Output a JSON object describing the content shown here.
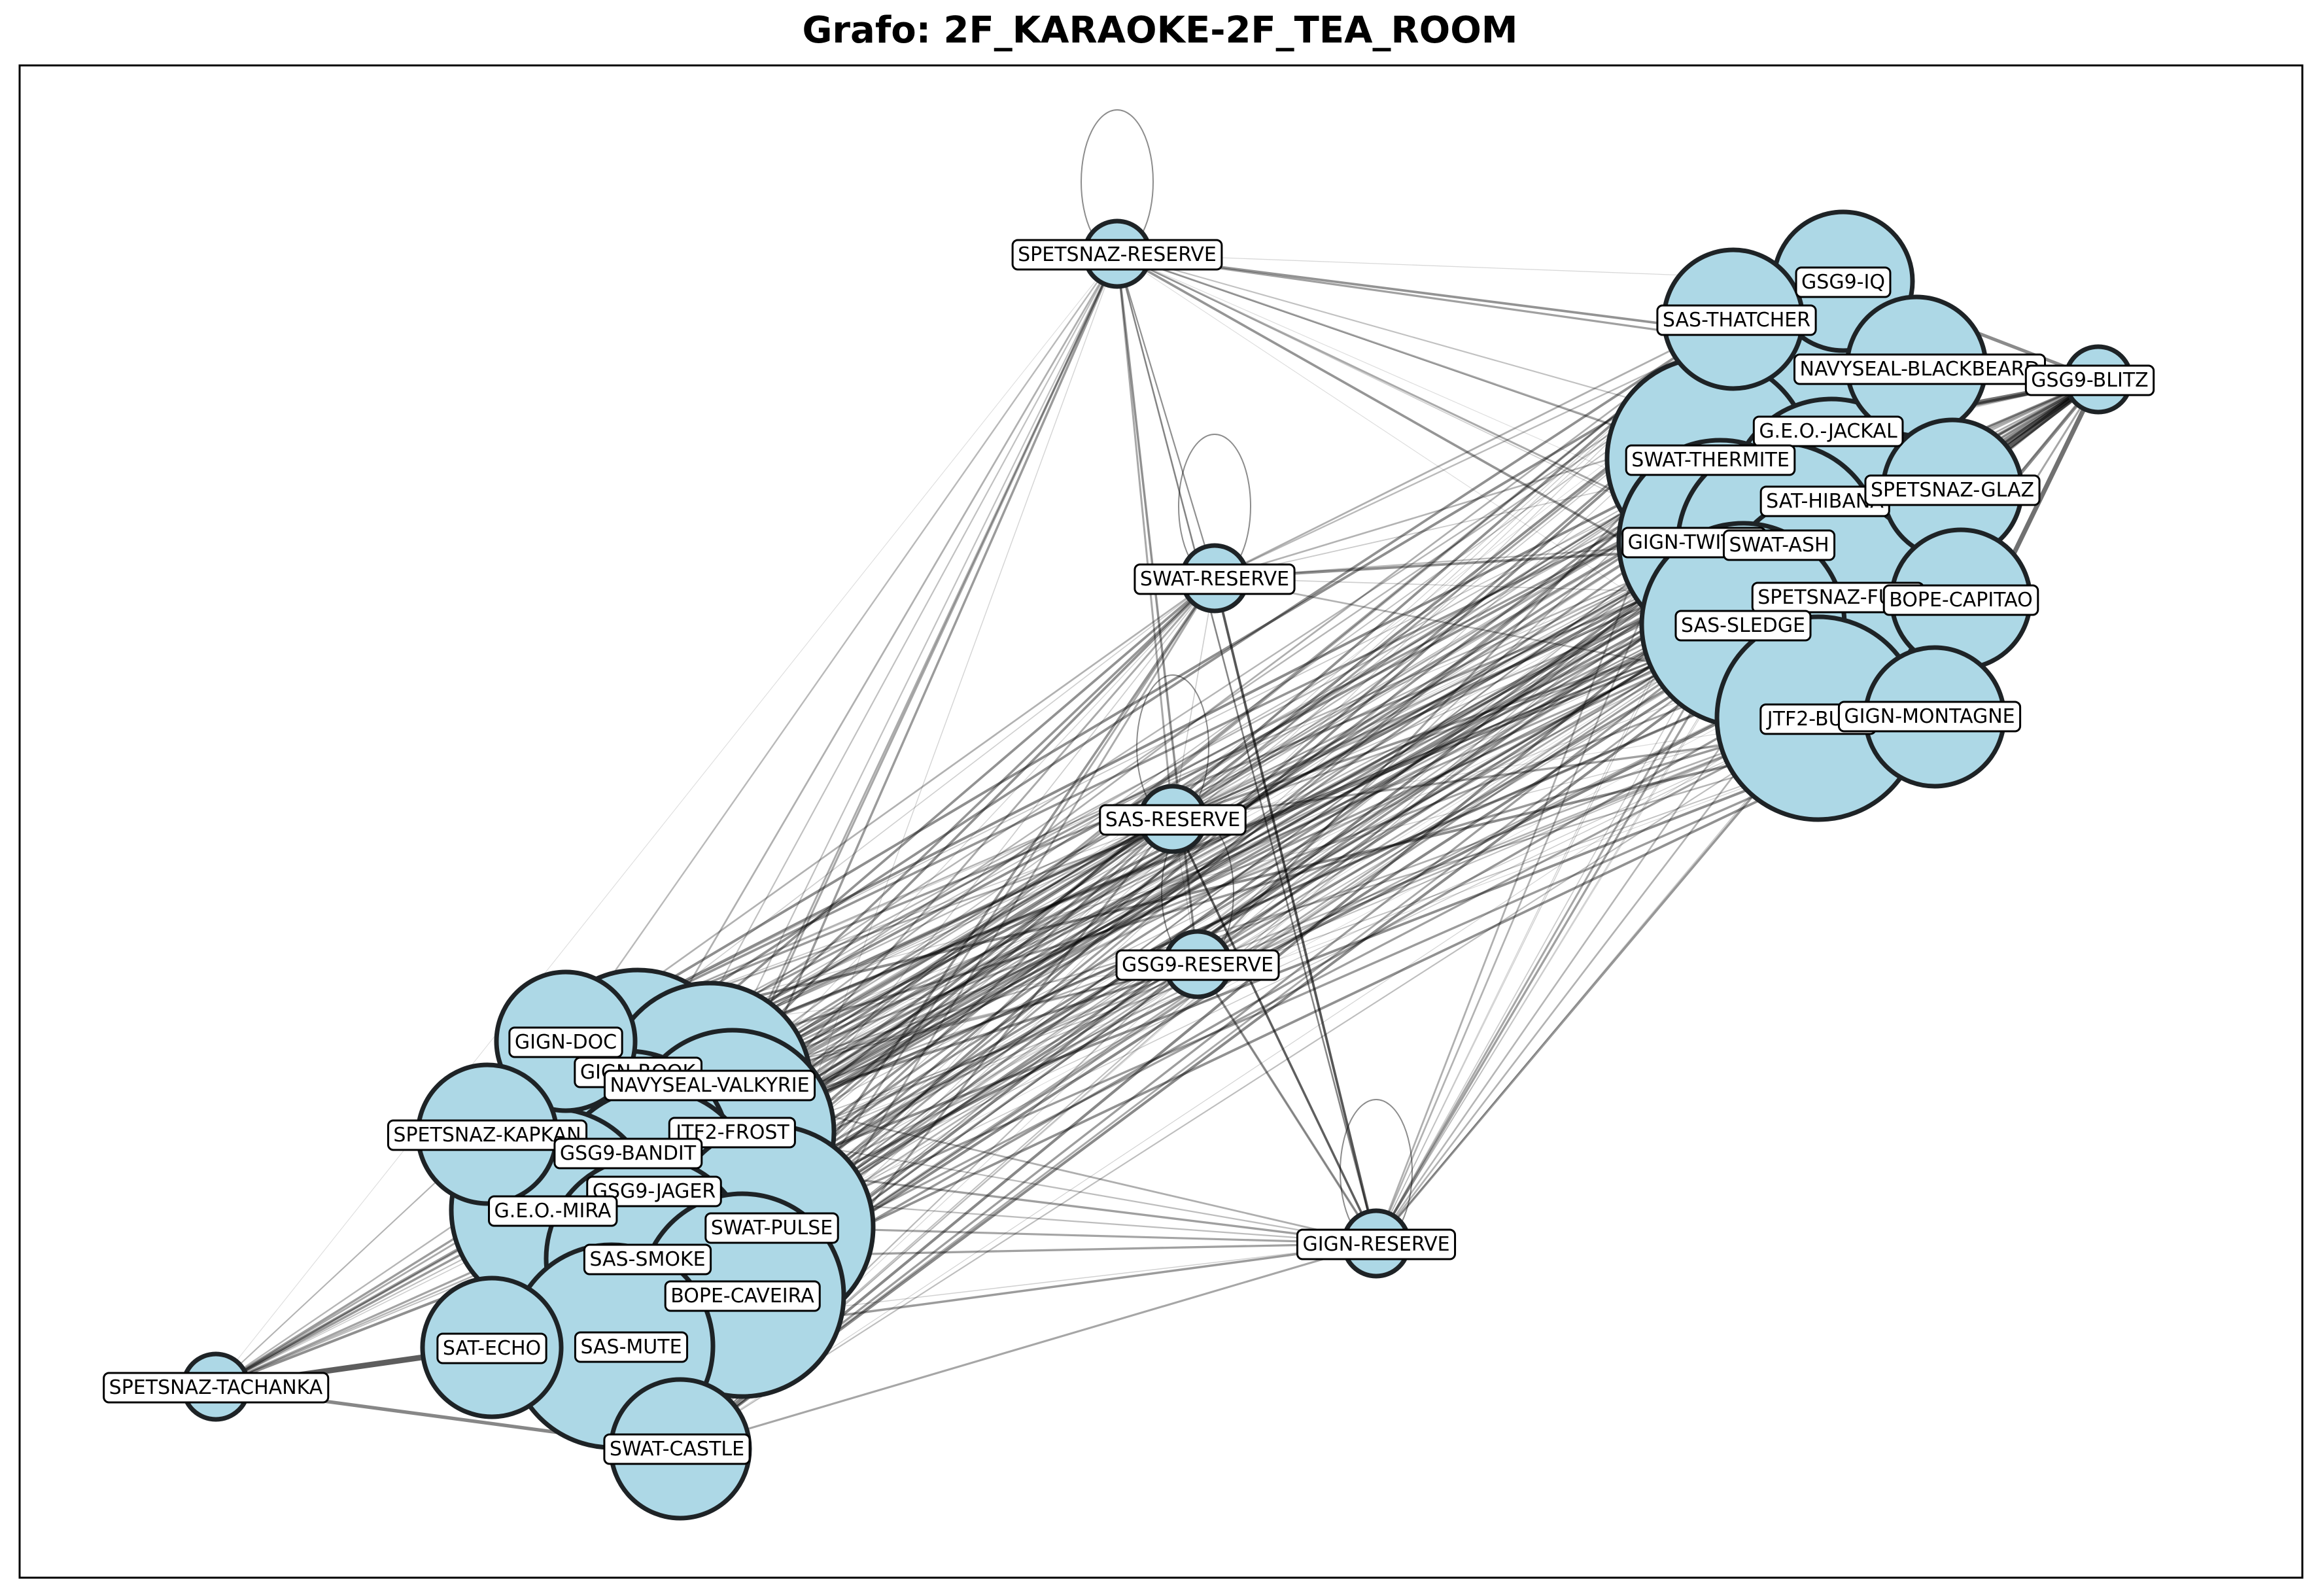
{
  "title": "Grafo: 2F_KARAOKE-2F_TEA_ROOM",
  "colors": {
    "node_fill": "#add8e6",
    "node_stroke": "#1e2326",
    "edge": "#000000",
    "background": "#ffffff"
  },
  "graph": {
    "nodes": [
      {
        "id": "SPETSNAZ-RESERVE",
        "size": 1
      },
      {
        "id": "SWAT-RESERVE",
        "size": 1
      },
      {
        "id": "SAS-RESERVE",
        "size": 1
      },
      {
        "id": "GSG9-RESERVE",
        "size": 1
      },
      {
        "id": "GIGN-RESERVE",
        "size": 1
      },
      {
        "id": "SPETSNAZ-TACHANKA",
        "size": 1
      },
      {
        "id": "GSG9-IQ",
        "size": 2
      },
      {
        "id": "SAS-THATCHER",
        "size": 2
      },
      {
        "id": "NAVYSEAL-BLACKBEARD",
        "size": 2
      },
      {
        "id": "GSG9-BLITZ",
        "size": 1
      },
      {
        "id": "G.E.O.-JACKAL",
        "size": 3
      },
      {
        "id": "SWAT-THERMITE",
        "size": 3
      },
      {
        "id": "SAT-HIBANA",
        "size": 3
      },
      {
        "id": "SPETSNAZ-GLAZ",
        "size": 2
      },
      {
        "id": "GIGN-TWITCH",
        "size": 3
      },
      {
        "id": "SWAT-ASH",
        "size": 3
      },
      {
        "id": "SPETSNAZ-FUZE",
        "size": 3
      },
      {
        "id": "BOPE-CAPITAO",
        "size": 2
      },
      {
        "id": "SAS-SLEDGE",
        "size": 3
      },
      {
        "id": "JTF2-BUCK",
        "size": 3
      },
      {
        "id": "GIGN-MONTAGNE",
        "size": 2
      },
      {
        "id": "GIGN-DOC",
        "size": 2
      },
      {
        "id": "GIGN-ROOK",
        "size": 3
      },
      {
        "id": "NAVYSEAL-VALKYRIE",
        "size": 3
      },
      {
        "id": "SPETSNAZ-KAPKAN",
        "size": 2
      },
      {
        "id": "JTF2-FROST",
        "size": 3
      },
      {
        "id": "GSG9-BANDIT",
        "size": 3
      },
      {
        "id": "GSG9-JAGER",
        "size": 3
      },
      {
        "id": "G.E.O.-MIRA",
        "size": 3
      },
      {
        "id": "SWAT-PULSE",
        "size": 3
      },
      {
        "id": "SAS-SMOKE",
        "size": 3
      },
      {
        "id": "BOPE-CAVEIRA",
        "size": 3
      },
      {
        "id": "SAT-ECHO",
        "size": 2
      },
      {
        "id": "SAS-MUTE",
        "size": 3
      },
      {
        "id": "SWAT-CASTLE",
        "size": 2
      }
    ],
    "labels": {
      "SPETSNAZ-RESERVE": "SPETSNAZ-RESERVE",
      "SWAT-RESERVE": "SWAT-RESERVE",
      "SAS-RESERVE": "SAS-RESERVE",
      "GSG9-RESERVE": "GSG9-RESERVE",
      "GIGN-RESERVE": "GIGN-RESERVE",
      "SPETSNAZ-TACHANKA": "SPETSNAZ-TACHANKA",
      "GSG9-IQ": "GSG9-IQ",
      "SAS-THATCHER": "SAS-THATCHER",
      "NAVYSEAL-BLACKBEARD": "NAVYSEAL-BLACKBEARD",
      "GSG9-BLITZ": "GSG9-BLITZ",
      "G.E.O.-JACKAL": "G.E.O.-JACKAL",
      "SWAT-THERMITE": "SWAT-THERMITE",
      "SAT-HIBANA": "SAT-HIBANA",
      "SPETSNAZ-GLAZ": "SPETSNAZ-GLAZ",
      "GIGN-TWITCH": "GIGN-TWITCH",
      "SWAT-ASH": "SWAT-ASH",
      "SPETSNAZ-FUZE": "SPETSNAZ-FUZE",
      "BOPE-CAPITAO": "BOPE-CAPITAO",
      "SAS-SLEDGE": "SAS-SLEDGE",
      "JTF2-BUCK": "JTF2-BUCK",
      "GIGN-MONTAGNE": "GIGN-MONTAGNE",
      "GIGN-DOC": "GIGN-DOC",
      "GIGN-ROOK": "GIGN-ROOK",
      "NAVYSEAL-VALKYRIE": "NAVYSEAL-VALKYRIE",
      "SPETSNAZ-KAPKAN": "SPETSNAZ-KAPKAN",
      "JTF2-FROST": "JTF2-FROST",
      "GSG9-BANDIT": "GSG9-BANDIT",
      "GSG9-JAGER": "GSG9-JAGER",
      "G.E.O.-MIRA": "G.E.O.-MIRA",
      "SWAT-PULSE": "SWAT-PULSE",
      "SAS-SMOKE": "SAS-SMOKE",
      "BOPE-CAVEIRA": "BOPE-CAVEIRA",
      "SAT-ECHO": "SAT-ECHO",
      "SAS-MUTE": "SAS-MUTE",
      "SWAT-CASTLE": "SWAT-CASTLE"
    },
    "self_loops": [
      "SPETSNAZ-RESERVE",
      "SWAT-RESERVE",
      "SAS-RESERVE",
      "GSG9-RESERVE",
      "GIGN-RESERVE"
    ]
  }
}
